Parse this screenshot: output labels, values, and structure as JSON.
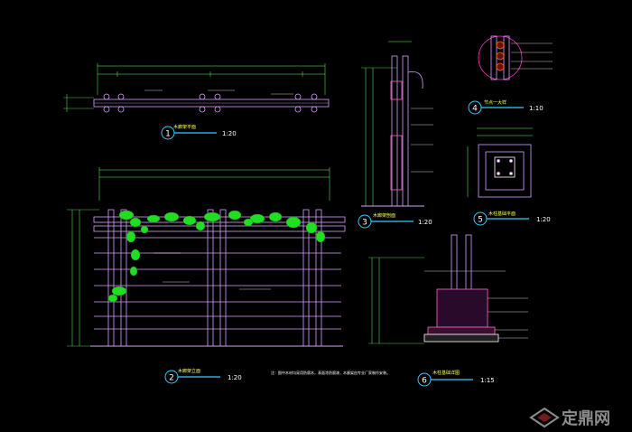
{
  "drawing": {
    "background": "#000000",
    "line_color": "#d9a0ff",
    "dim_color": "#66ff66",
    "accent_cyan": "#33ccff",
    "leaf_green": "#22dd22"
  },
  "views": [
    {
      "number": "1",
      "title": "木廊架平面",
      "scale": "1:20"
    },
    {
      "number": "2",
      "title": "木廊架立面",
      "scale": "1:20"
    },
    {
      "number": "3",
      "title": "木廊架剖面",
      "scale": "1:20"
    },
    {
      "number": "4",
      "title": "节点一大样",
      "scale": "1:10"
    },
    {
      "number": "5",
      "title": "木柱基础平面",
      "scale": "1:20"
    },
    {
      "number": "6",
      "title": "木柱基础详图",
      "scale": "1:15"
    }
  ],
  "note_text": "注：图中木材均采用防腐木，表面涂防腐漆，木廊架由专业厂家制作安装。",
  "watermark": {
    "text": "定鼎网",
    "icon": "dingding-logo-icon"
  }
}
